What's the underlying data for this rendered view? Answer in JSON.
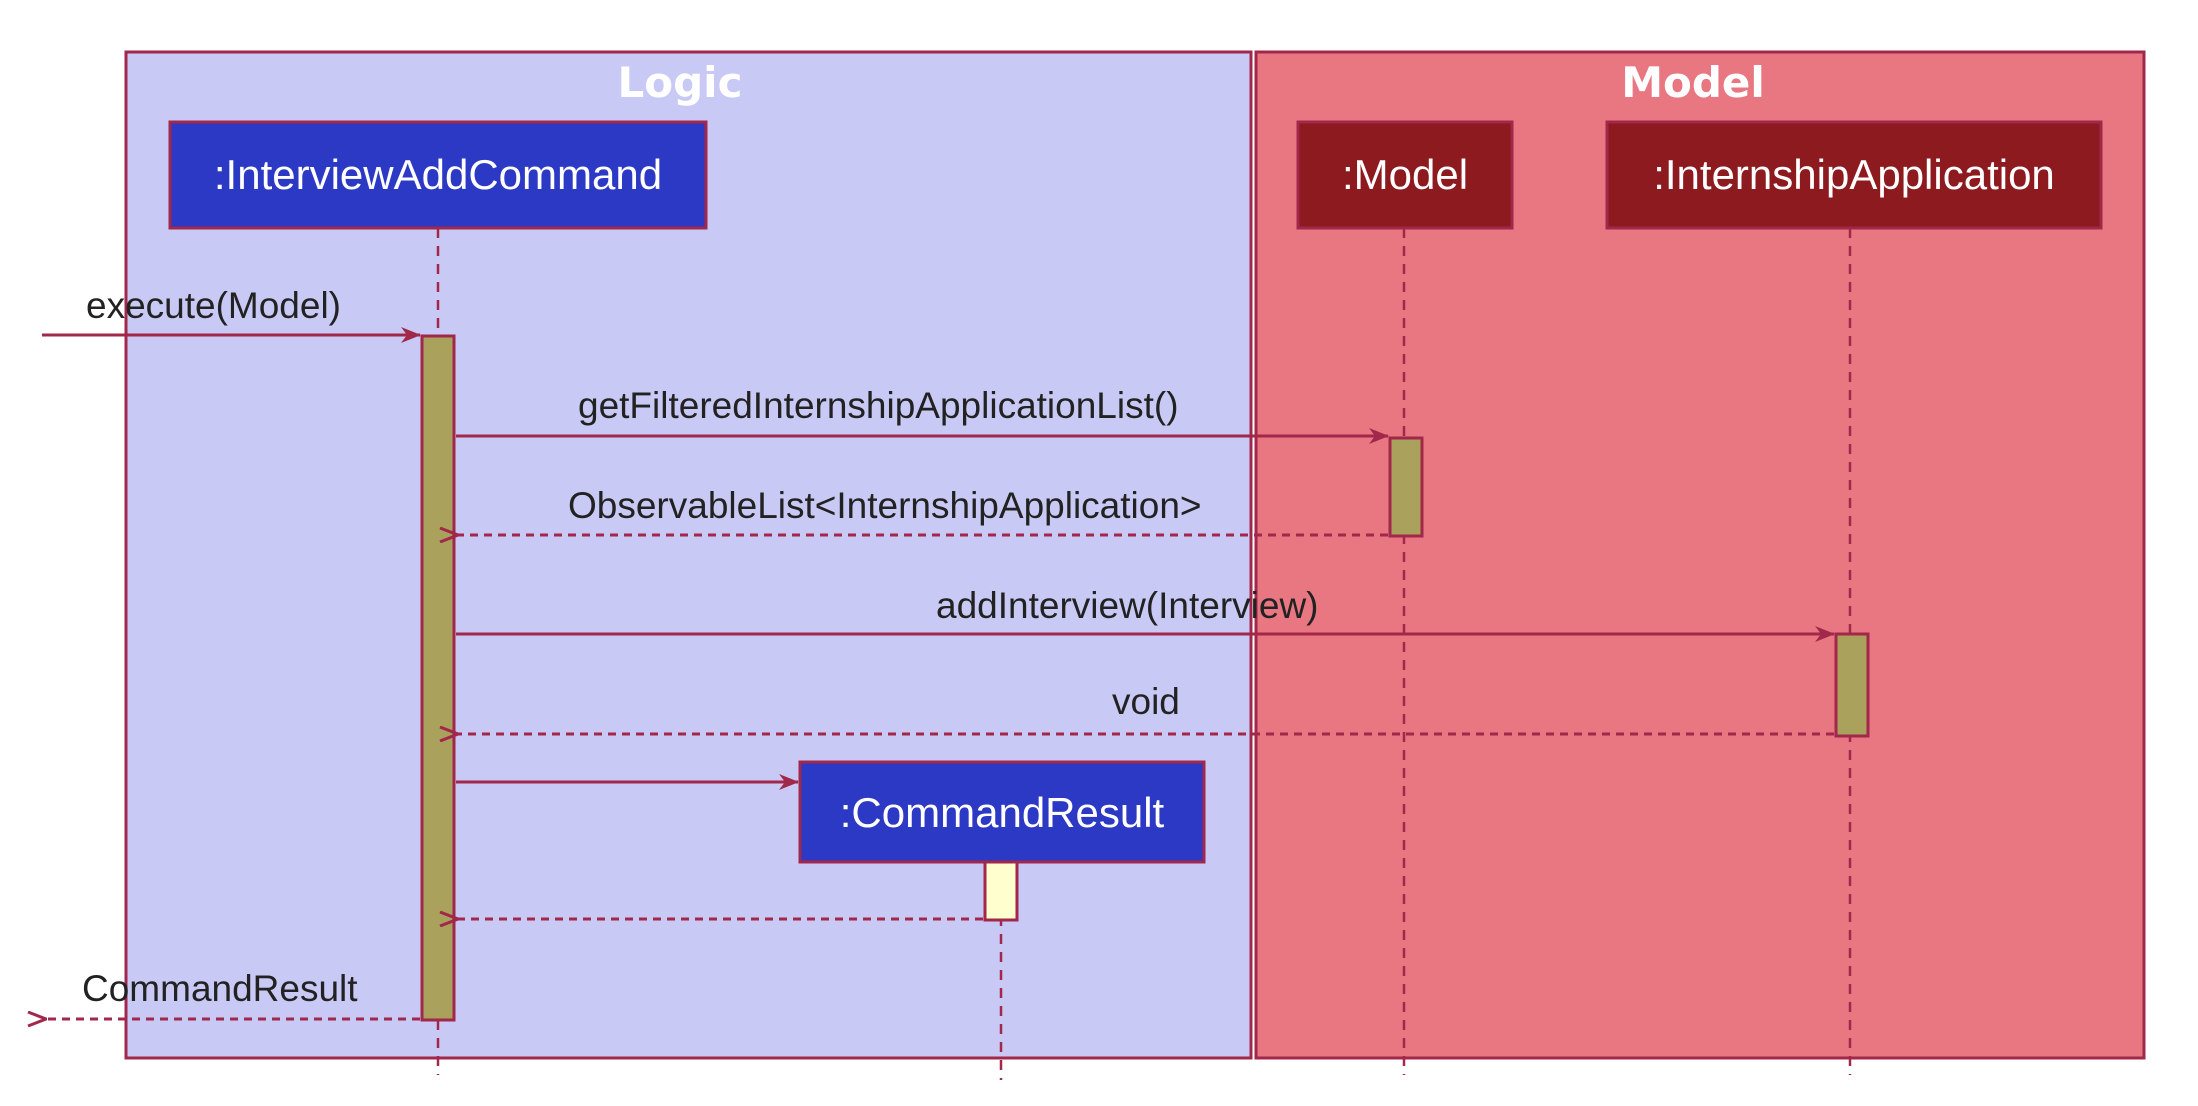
{
  "colors": {
    "logic_fill": "#c9c9f5",
    "model_fill": "#e97782",
    "border": "#a1284a",
    "logic_participant": "#2c39c4",
    "model_participant": "#8c1a1e",
    "activation": "#a9a15c",
    "activation_created": "#fefece",
    "arrow": "#a1284a"
  },
  "boxes": {
    "logic": {
      "title": "Logic"
    },
    "model": {
      "title": "Model"
    }
  },
  "participants": {
    "interview_add_command": ":InterviewAddCommand",
    "model": ":Model",
    "internship_application": ":InternshipApplication",
    "command_result": ":CommandResult"
  },
  "messages": {
    "execute": "execute(Model)",
    "get_filtered_list": "getFilteredInternshipApplicationList()",
    "return_observable_list": "ObservableList<InternshipApplication>",
    "add_interview": "addInterview(Interview)",
    "return_void": "void",
    "create_command_result": "",
    "return_command_result_created": "",
    "return_command_result": "CommandResult"
  }
}
